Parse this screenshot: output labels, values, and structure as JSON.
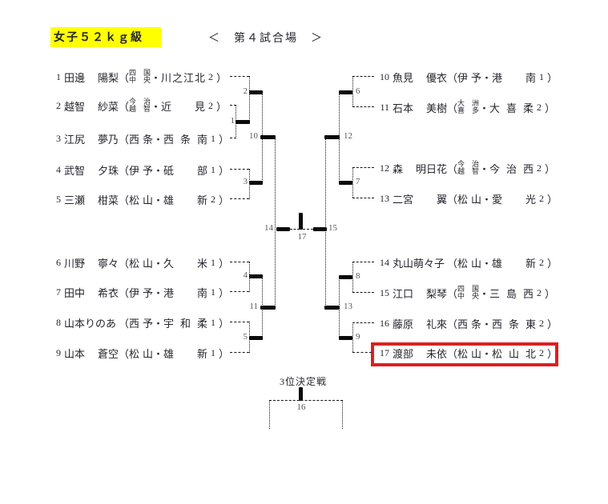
{
  "header": {
    "title": "女子５２ｋｇ級",
    "venue": "＜　第４試合場　＞"
  },
  "third_place_label": "3位決定戦",
  "punct": {
    "open": "（",
    "close": "）",
    "dot": "・"
  },
  "matches": {
    "m1": "1",
    "m2": "2",
    "m3": "3",
    "m4": "4",
    "m5": "5",
    "m6": "6",
    "m7": "7",
    "m8": "8",
    "m9": "9",
    "m10": "10",
    "m11": "11",
    "m12": "12",
    "m13": "13",
    "m14": "14",
    "m15": "15",
    "m16": "16",
    "m17": "17"
  },
  "highlight": {
    "player_num": "17",
    "color": "#dd1f1f"
  },
  "players": [
    {
      "num": "1",
      "name_a": "田邊",
      "name_b": "陽梨",
      "pref": "四国中央",
      "stacked": true,
      "school": "川之江北",
      "grade": "2",
      "side": "left"
    },
    {
      "num": "2",
      "name_a": "越智",
      "name_b": "紗菜",
      "pref": "今治越智",
      "stacked": true,
      "school": "近見",
      "grade": "2",
      "side": "left"
    },
    {
      "num": "3",
      "name_a": "江尻",
      "name_b": "夢乃",
      "pref": "西条",
      "stacked": false,
      "school": "西条南",
      "grade": "1",
      "side": "left"
    },
    {
      "num": "4",
      "name_a": "武智",
      "name_b": "夕珠",
      "pref": "伊予",
      "stacked": false,
      "school": "砥部",
      "grade": "1",
      "side": "left"
    },
    {
      "num": "5",
      "name_a": "三瀬",
      "name_b": "柑菜",
      "pref": "松山",
      "stacked": false,
      "school": "雄新",
      "grade": "2",
      "side": "left"
    },
    {
      "num": "6",
      "name_a": "川野",
      "name_b": "寧々",
      "pref": "松山",
      "stacked": false,
      "school": "久米",
      "grade": "1",
      "side": "left"
    },
    {
      "num": "7",
      "name_a": "田中",
      "name_b": "希衣",
      "pref": "伊予",
      "stacked": false,
      "school": "港南",
      "grade": "1",
      "side": "left"
    },
    {
      "num": "8",
      "name_a": "山本りのあ",
      "name_b": "",
      "pref": "西予",
      "stacked": false,
      "school": "宇和柔",
      "grade": "1",
      "side": "left"
    },
    {
      "num": "9",
      "name_a": "山本",
      "name_b": "蒼空",
      "pref": "松山",
      "stacked": false,
      "school": "雄新",
      "grade": "1",
      "side": "left"
    },
    {
      "num": "10",
      "name_a": "魚見",
      "name_b": "優衣",
      "pref": "伊予",
      "stacked": false,
      "school": "港南",
      "grade": "1",
      "side": "right"
    },
    {
      "num": "11",
      "name_a": "石本",
      "name_b": "美樹",
      "pref": "大洲喜多",
      "stacked": true,
      "school": "大喜柔",
      "grade": "2",
      "side": "right"
    },
    {
      "num": "12",
      "name_a": "森",
      "name_b": "明日花",
      "pref": "今治越智",
      "stacked": true,
      "school": "今治西",
      "grade": "2",
      "side": "right"
    },
    {
      "num": "13",
      "name_a": "二宮",
      "name_b": "翼",
      "pref": "松山",
      "stacked": false,
      "school": "愛光",
      "grade": "2",
      "side": "right"
    },
    {
      "num": "14",
      "name_a": "丸山萌々子",
      "name_b": "",
      "pref": "松山",
      "stacked": false,
      "school": "雄新",
      "grade": "2",
      "side": "right"
    },
    {
      "num": "15",
      "name_a": "江口",
      "name_b": "梨琴",
      "pref": "四国中央",
      "stacked": true,
      "school": "三島西",
      "grade": "2",
      "side": "right"
    },
    {
      "num": "16",
      "name_a": "藤原",
      "name_b": "礼來",
      "pref": "西条",
      "stacked": false,
      "school": "西条東",
      "grade": "2",
      "side": "right"
    },
    {
      "num": "17",
      "name_a": "渡部",
      "name_b": "未依",
      "pref": "松山",
      "stacked": false,
      "school": "松山北",
      "grade": "2",
      "side": "right",
      "highlighted": true
    }
  ]
}
